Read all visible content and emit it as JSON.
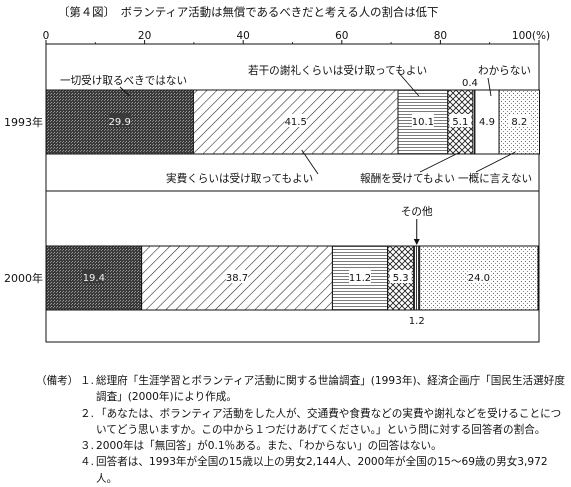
{
  "chart_data": {
    "type": "bar",
    "stacked": true,
    "orientation": "horizontal",
    "title": "〔第４図〕　ボランティア活動は無償であるべきだと考える人の割合は低下",
    "x_ticks": [
      "0",
      "20",
      "40",
      "60",
      "80",
      "100(%)"
    ],
    "xlim": [
      0,
      100
    ],
    "categories": [
      "1993年",
      "2000年"
    ],
    "series": [
      {
        "name": "一切受け取るべきではない",
        "values": [
          29.9,
          19.4
        ],
        "labels": [
          "29.9",
          "19.4"
        ],
        "color": "#3c3c3c"
      },
      {
        "name": "実費くらいは受け取ってもよい",
        "values": [
          41.5,
          38.7
        ],
        "labels": [
          "41.5",
          "38.7"
        ],
        "color": "#ffffff"
      },
      {
        "name": "若干の謝礼くらいは受け取ってもよい",
        "values": [
          10.1,
          11.2
        ],
        "labels": [
          "10.1",
          "11.2"
        ],
        "color": "#dddddd"
      },
      {
        "name": "報酬を受けてもよい",
        "values": [
          5.1,
          5.3
        ],
        "labels": [
          "5.1",
          "5.3"
        ],
        "color": "#ffffff"
      },
      {
        "name": "その他",
        "values": [
          0.4,
          1.2
        ],
        "labels": [
          "0.4",
          "1.2"
        ],
        "color": "#666666"
      },
      {
        "name": "わからない",
        "values": [
          4.9,
          0
        ],
        "labels": [
          "4.9",
          ""
        ],
        "color": "#ffffff"
      },
      {
        "name": "一概に言えない",
        "values": [
          8.2,
          24.0
        ],
        "labels": [
          "8.2",
          "24.0"
        ],
        "color": "#f0f0f0"
      }
    ],
    "grid": false,
    "legend": "callouts"
  },
  "notes": {
    "heading": "（備考）",
    "items": [
      {
        "num": "１.",
        "text": "総理府「生涯学習とボランティア活動に関する世論調査」(1993年)、経済企画庁「国民生活選好度調査」(2000年)により作成。"
      },
      {
        "num": "２.",
        "text": "「あなたは、ボランティア活動をした人が、交通費や食費などの実費や謝礼などを受けることについてどう思いますか。この中から１つだけあげてください。」という問に対する回答者の割合。"
      },
      {
        "num": "３.",
        "text": "2000年は「無回答」が0.1％ある。また、「わからない」の回答はない。"
      },
      {
        "num": "４.",
        "text": "回答者は、1993年が全国の15歳以上の男女2,144人、2000年が全国の15～69歳の男女3,972人。"
      }
    ]
  }
}
